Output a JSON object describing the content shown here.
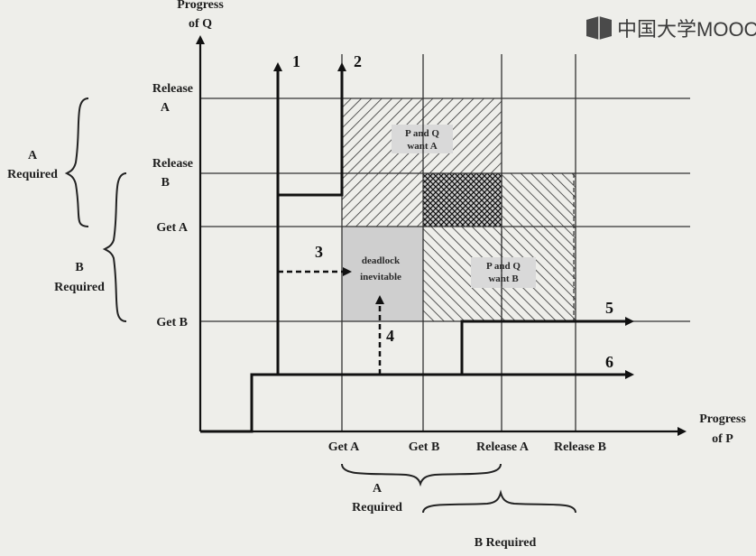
{
  "watermark": {
    "text": "中国大学MOOC",
    "icon": "mooc-logo-icon"
  },
  "axes": {
    "y_label": [
      "Progress",
      "of Q"
    ],
    "x_label": [
      "Progress",
      "of P"
    ]
  },
  "y_ticks": [
    {
      "lines": [
        "Release",
        "A"
      ]
    },
    {
      "lines": [
        "Release",
        "B"
      ]
    },
    {
      "lines": [
        "Get A"
      ]
    },
    {
      "lines": [
        "Get B"
      ]
    }
  ],
  "x_ticks": [
    "Get A",
    "Get B",
    "Release A",
    "Release B"
  ],
  "left_braces": {
    "a_required": [
      "A",
      "Required"
    ],
    "b_required": [
      "B",
      "Required"
    ]
  },
  "bottom_braces": {
    "a_required": [
      "A",
      "Required"
    ],
    "b_required": "B Required"
  },
  "regions": {
    "p_q_want_a": [
      "P and Q",
      "want A"
    ],
    "p_q_want_b": [
      "P and Q",
      "want B"
    ],
    "deadlock": [
      "deadlock",
      "inevitable"
    ]
  },
  "paths": [
    "1",
    "2",
    "3",
    "4",
    "5",
    "6"
  ]
}
